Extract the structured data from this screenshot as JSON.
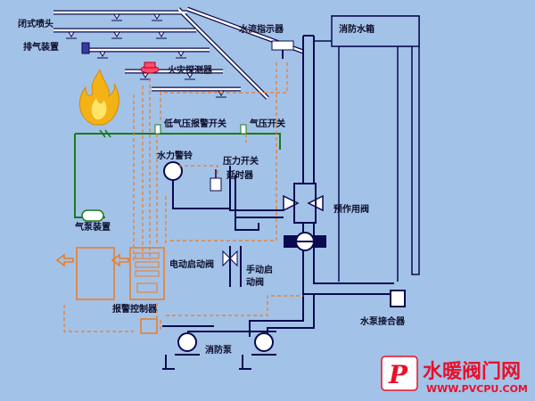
{
  "labels": {
    "closed_sprinkler": "闭式喷头",
    "exhaust_device": "排气装置",
    "fire_detector": "火灾探测器",
    "flow_indicator": "水流指示器",
    "fire_tank": "消防水箱",
    "low_pressure_switch": "低气压报警开关",
    "air_pressure_switch": "气压开关",
    "water_bell": "水力警铃",
    "pressure_switch": "压力开关",
    "delayer": "延时器",
    "preaction_valve": "预作用阀",
    "air_pump": "气泵装置",
    "electric_valve": "电动启动阀",
    "manual_valve_1": "手动启",
    "manual_valve_2": "动阀",
    "alarm_controller": "报警控制器",
    "fire_pump": "消防泵",
    "pump_adapter": "水泵接合器"
  },
  "watermark": {
    "name": "水暖阀门网",
    "url": "WWW.PVCPU.COM",
    "logo_letter": "P"
  },
  "colors": {
    "background": "#a3c2e8",
    "pipe_white": "#ffffff",
    "pipe_navy": "#0a0a50",
    "signal_orange": "#f07a1e",
    "air_green": "#1b7a1b",
    "watermark_red": "#e8102a"
  }
}
